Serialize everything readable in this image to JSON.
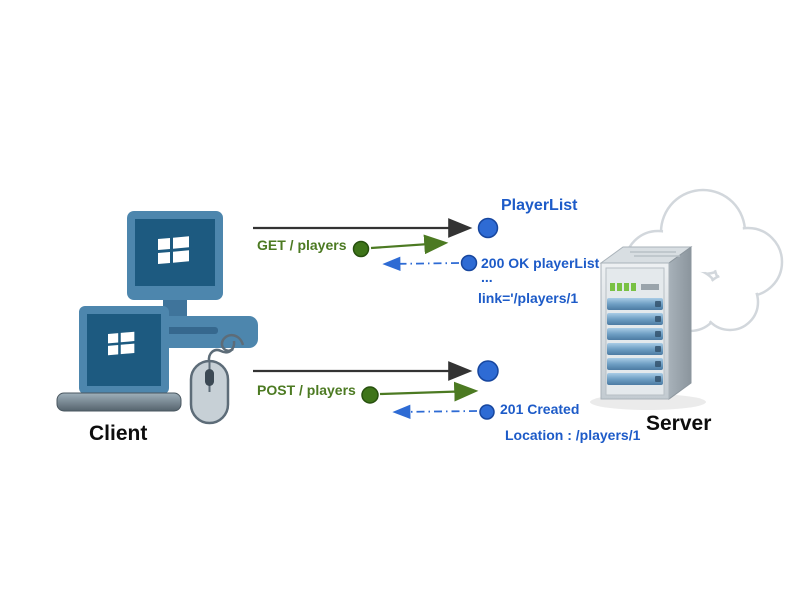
{
  "colors": {
    "text_blue": "#1d5bc8",
    "text_green": "#4c7a22",
    "arrow_dark": "#333333",
    "node_circle_blue": "#2e6bd4",
    "dot_green": "#3e7419"
  },
  "icons": {
    "left": [
      "desktop-icon",
      "laptop-icon",
      "mouse-icon"
    ],
    "right": [
      "cloud-icon",
      "server-tower-icon"
    ]
  },
  "client": {
    "label": "Client"
  },
  "server": {
    "label": "Server"
  },
  "interaction1": {
    "endpoint_title": "PlayerList",
    "request": "GET / players",
    "response_status": "200 OK playerList",
    "response_ellipsis": "...",
    "response_link": "link='/players/1"
  },
  "interaction2": {
    "request": "POST / players",
    "response_status": "201 Created",
    "response_location": "Location : /players/1"
  }
}
